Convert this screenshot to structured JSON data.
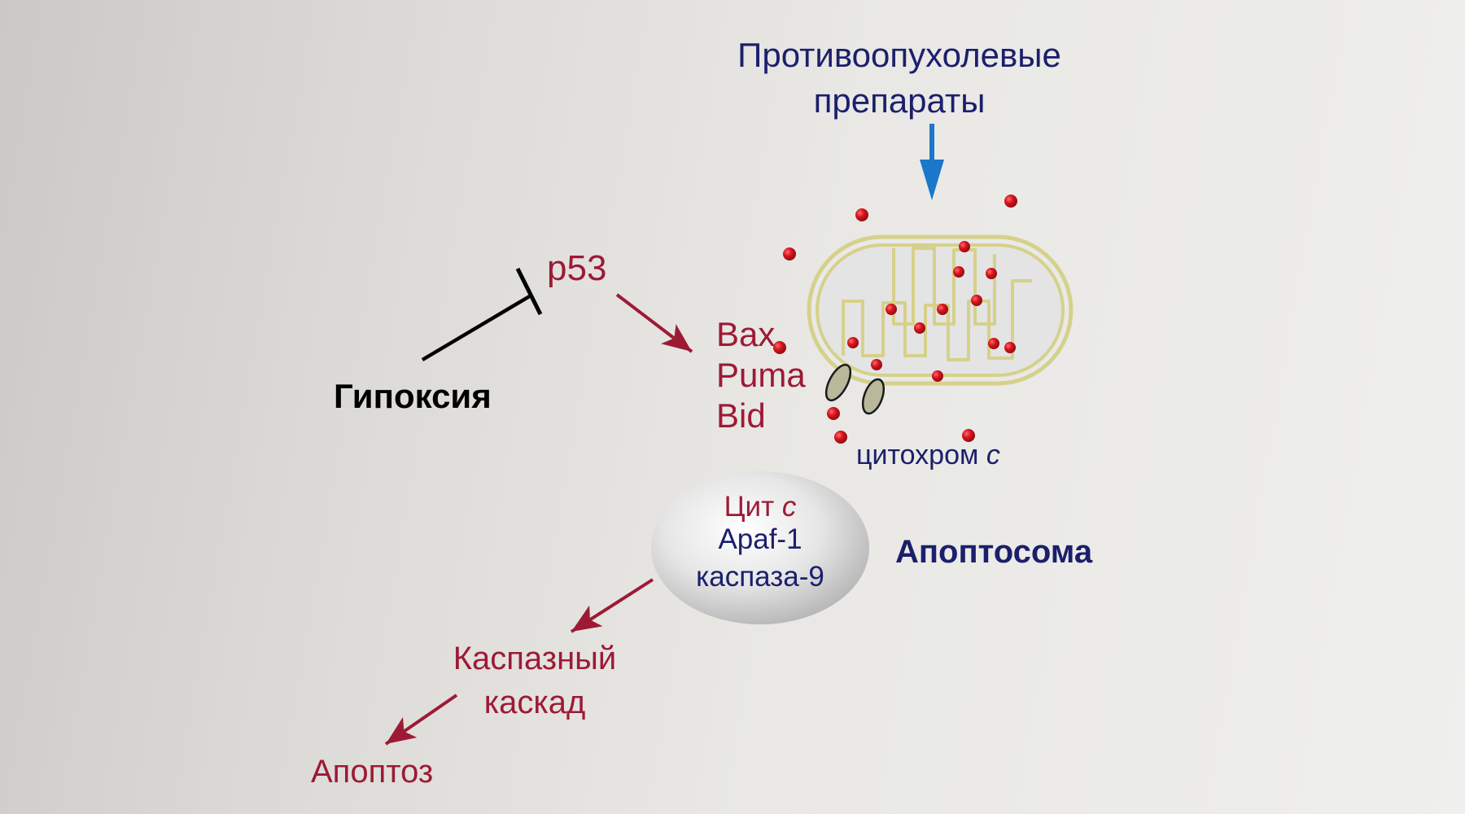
{
  "labels": {
    "drugs_line1": "Противоопухолевые",
    "drugs_line2": "препараты",
    "p53": "p53",
    "hypoxia": "Гипоксия",
    "bax": "Bax",
    "puma": "Puma",
    "bid": "Bid",
    "cytochrome_prefix": "цитохром ",
    "cytochrome_italic": "c",
    "apoptosome": "Апоптосома",
    "complex_line1_prefix": "Цит ",
    "complex_line1_italic": "c",
    "complex_line2": "Apaf-1",
    "complex_line3": "каспаза-9",
    "cascade_line1": "Каспазный",
    "cascade_line2": "каскад",
    "apoptosis": "Апоптоз"
  },
  "colors": {
    "red": "#9d1a35",
    "navy": "#1b1f6b",
    "blue_arrow": "#1a77c9",
    "mito_membrane": "#d6d18a",
    "particle": "#c8141e",
    "pore": "#b9b89a",
    "background": "#e6e5e2"
  },
  "icons": {
    "drug_arrow": "arrow-down-icon",
    "inhibition": "t-bar-inhibition-icon",
    "activation": "arrow-icon",
    "mitochondrion": "mitochondrion-icon",
    "particle": "dot-icon",
    "pore": "pore-icon",
    "complex": "ellipse-icon"
  }
}
